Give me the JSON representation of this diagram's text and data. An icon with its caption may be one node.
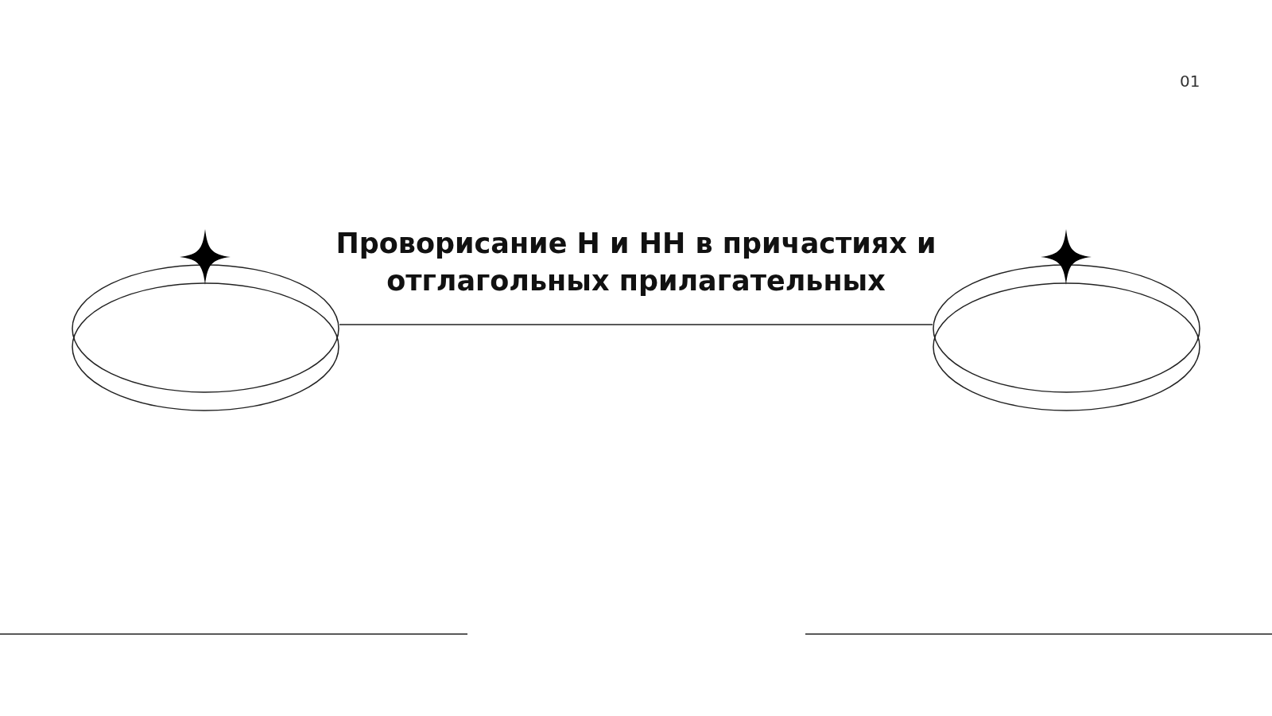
{
  "diagram": {
    "title": "Проворисание Н и НН в причастиях и отглагольных прилагательных",
    "nodes": [
      {
        "text": [],
        "shape": "ellipse"
      },
      {
        "text": [],
        "shape": "ellipse"
      }
    ],
    "edges": [
      {
        "from": 0,
        "to": 1,
        "arrow": "none"
      }
    ],
    "labels": [
      "01"
    ]
  }
}
